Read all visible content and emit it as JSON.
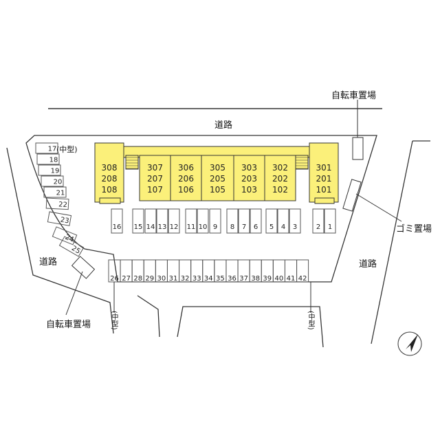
{
  "labels": {
    "road_top": "道路",
    "road_left": "道路",
    "road_right": "道路",
    "bike_top": "自転車置場",
    "bike_bottom": "自転車置場",
    "garbage": "ゴミ置場",
    "mid_size": "(中型)",
    "mid_size_v": "(中型)"
  },
  "building": {
    "columns": [
      [
        "308",
        "208",
        "108"
      ],
      [
        "307",
        "207",
        "107"
      ],
      [
        "306",
        "206",
        "106"
      ],
      [
        "305",
        "205",
        "105"
      ],
      [
        "303",
        "203",
        "103"
      ],
      [
        "302",
        "202",
        "102"
      ],
      [
        "301",
        "201",
        "101"
      ]
    ],
    "fill": "#fbf07a"
  },
  "parking": {
    "row_under_building": [
      "16",
      "15",
      "14",
      "13",
      "12",
      "11",
      "10",
      "9",
      "8",
      "7",
      "6",
      "5",
      "4",
      "3",
      "2",
      "1"
    ],
    "left_curve": [
      "17",
      "18",
      "19",
      "20",
      "21",
      "22",
      "23",
      "24",
      "25"
    ],
    "bottom_row": [
      "26",
      "27",
      "28",
      "29",
      "30",
      "31",
      "32",
      "33",
      "34",
      "35",
      "36",
      "37",
      "38",
      "39",
      "40",
      "41",
      "42"
    ]
  },
  "colors": {
    "line": "#222222",
    "building": "#fbf07a"
  }
}
